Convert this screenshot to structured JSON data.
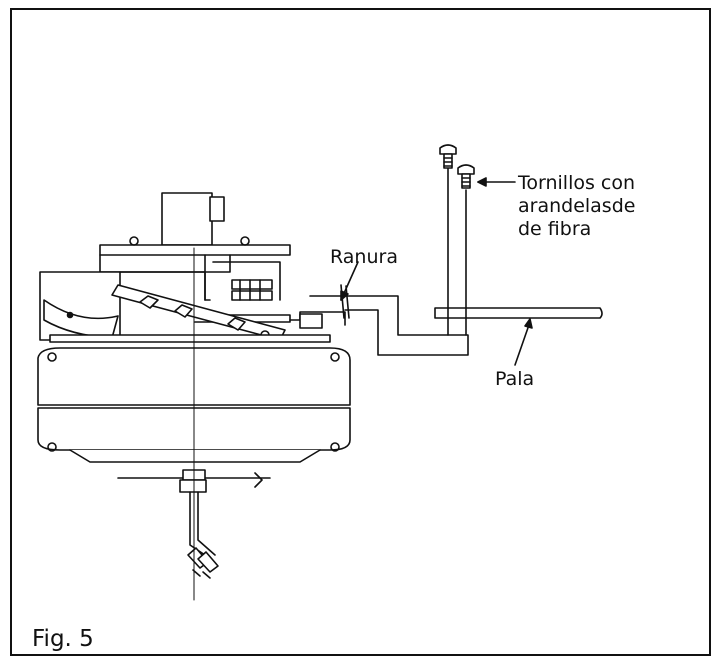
{
  "figure": {
    "caption": "Fig. 5",
    "labels": {
      "screws_line1": "Tornillos con",
      "screws_line2": "arandelasde",
      "screws_line3": "de fibra",
      "slot": "Ranura",
      "blade": "Pala"
    }
  },
  "colors": {
    "ink": "#111111",
    "background": "#ffffff",
    "frame": "#111111"
  }
}
